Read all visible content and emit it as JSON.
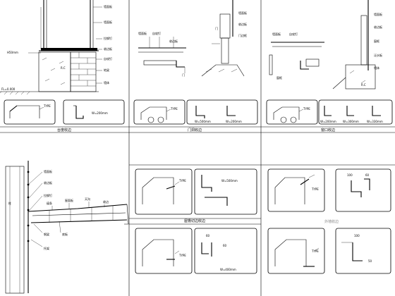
{
  "sections": {
    "s1": {
      "caption": "台度收边"
    },
    "s2": {
      "caption": "门洞收边"
    },
    "s3": {
      "caption": "窗口收边"
    },
    "s4": {
      "caption": "屋檐切边收边"
    }
  },
  "labels": {
    "h50": "H50mm",
    "fl": "FL=0.000",
    "rc": "R.C",
    "type": "TYPE",
    "w200": "W=200mm",
    "w300": "W=300mm",
    "w330": "W=330mm",
    "w500": "W=500mm",
    "w400": "W=400mm",
    "door": "门",
    "ghost": "外墙收边"
  }
}
